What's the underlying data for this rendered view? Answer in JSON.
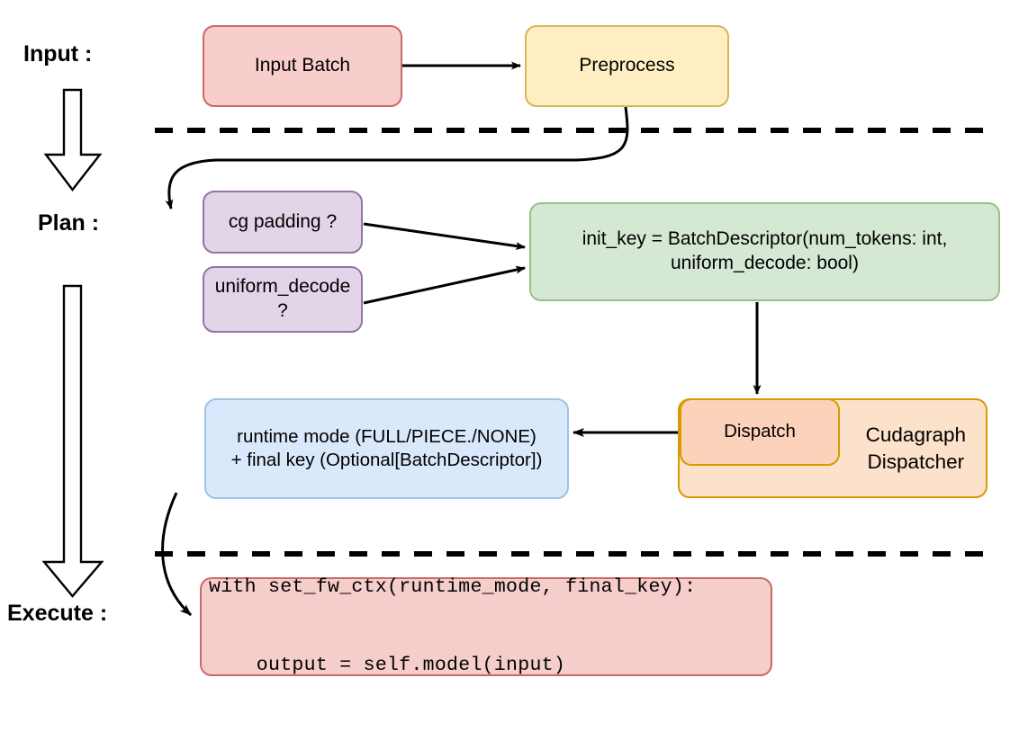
{
  "diagram": {
    "title": "vLLM cudagraph dispatch pipeline",
    "stages": [
      {
        "name": "input",
        "label": "Input :"
      },
      {
        "name": "plan",
        "label": "Plan :"
      },
      {
        "name": "execute",
        "label": "Execute :"
      }
    ],
    "nodes": {
      "input_batch": {
        "label": "Input Batch",
        "fill": "#f8cecc",
        "stroke": "#c96a66"
      },
      "preprocess": {
        "label": "Preprocess",
        "fill": "#ffeec2",
        "stroke": "#d6b656"
      },
      "cg_padding": {
        "label": "cg padding ?",
        "fill": "#e1d5e7",
        "stroke": "#9673a6"
      },
      "uniform_decode": {
        "label": "uniform_decode ?",
        "fill": "#e1d5e7",
        "stroke": "#9673a6"
      },
      "init_key": {
        "line1": "init_key = BatchDescriptor(num_tokens: int,",
        "line2": "uniform_decode: bool)",
        "fill": "#d5e8d4",
        "stroke": "#97c185"
      },
      "runtime_mode": {
        "line1": "runtime mode (FULL/PIECE./NONE)",
        "line2": "+ final key (Optional[BatchDescriptor])",
        "fill": "#dae8fc",
        "stroke": "#9ec3e6"
      },
      "dispatch": {
        "label": "Dispatch",
        "fill": "#fcd2bb",
        "stroke": "#d79b00"
      },
      "cudagraph_dispatcher": {
        "line1": "Cudagraph",
        "line2": "Dispatcher",
        "fill": "#fce2cb",
        "stroke": "#d79b00"
      },
      "code_block": {
        "line1": "with set_fw_ctx(runtime_mode, final_key):",
        "line2": "    output = self.model(input)",
        "fill": "#f5cdcb",
        "stroke": "#c96a66"
      }
    },
    "separators": [
      {
        "name": "input-plan-divider",
        "style": "dashed"
      },
      {
        "name": "plan-execute-divider",
        "style": "dashed"
      }
    ],
    "edges": [
      {
        "name": "input-batch-to-preprocess",
        "from": "input_batch",
        "to": "preprocess"
      },
      {
        "name": "preprocess-to-cg-padding",
        "from": "preprocess",
        "to": "cg_padding"
      },
      {
        "name": "cg-padding-to-init-key",
        "from": "cg_padding",
        "to": "init_key"
      },
      {
        "name": "uniform-decode-to-init-key",
        "from": "uniform_decode",
        "to": "init_key"
      },
      {
        "name": "init-key-to-dispatch",
        "from": "init_key",
        "to": "dispatch"
      },
      {
        "name": "dispatch-to-runtime-mode",
        "from": "dispatch",
        "to": "runtime_mode"
      },
      {
        "name": "runtime-mode-to-code-block",
        "from": "runtime_mode",
        "to": "code_block"
      }
    ],
    "stage_arrows": [
      {
        "name": "input-to-plan-arrow",
        "direction": "down"
      },
      {
        "name": "plan-to-execute-arrow",
        "direction": "down"
      }
    ],
    "colors": {
      "edge": "#000000",
      "divider": "#000000",
      "background": "#ffffff"
    }
  }
}
